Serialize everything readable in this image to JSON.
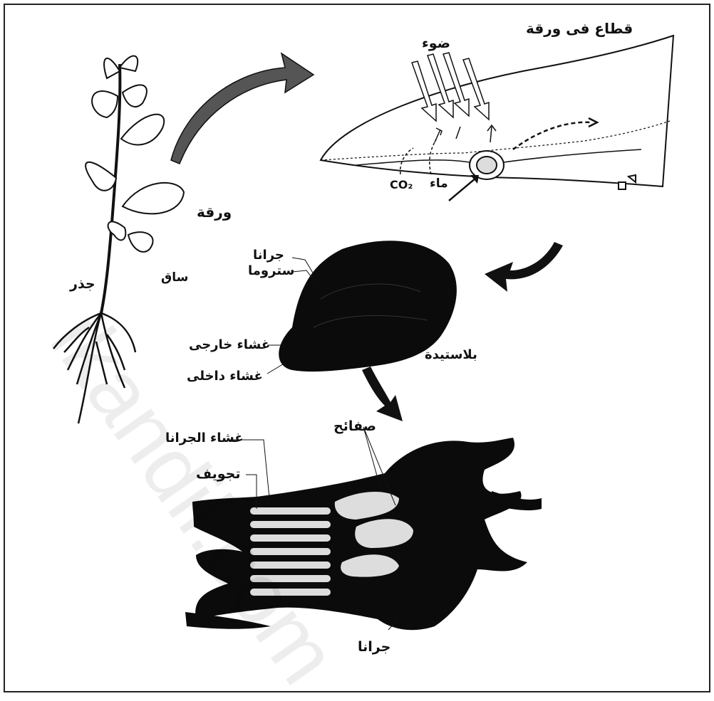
{
  "labels": {
    "leaf_section": "قطاع فى ورقة",
    "light": "ضوء",
    "co2": "CO₂",
    "water": "ماء",
    "leaf": "ورقة",
    "stem": "ساق",
    "root": "جذر",
    "grana": "جرانا",
    "stroma": "ستروما",
    "outer_membrane": "غشاء خارجى",
    "inner_membrane": "غشاء داخلى",
    "plastid": "بلاستيدة",
    "lamellae": "صفائح",
    "granum_membrane": "غشاء الجرانا",
    "cavity": "تجويف",
    "grana_bottom": "جرانا"
  },
  "watermark": "ikandil.com"
}
